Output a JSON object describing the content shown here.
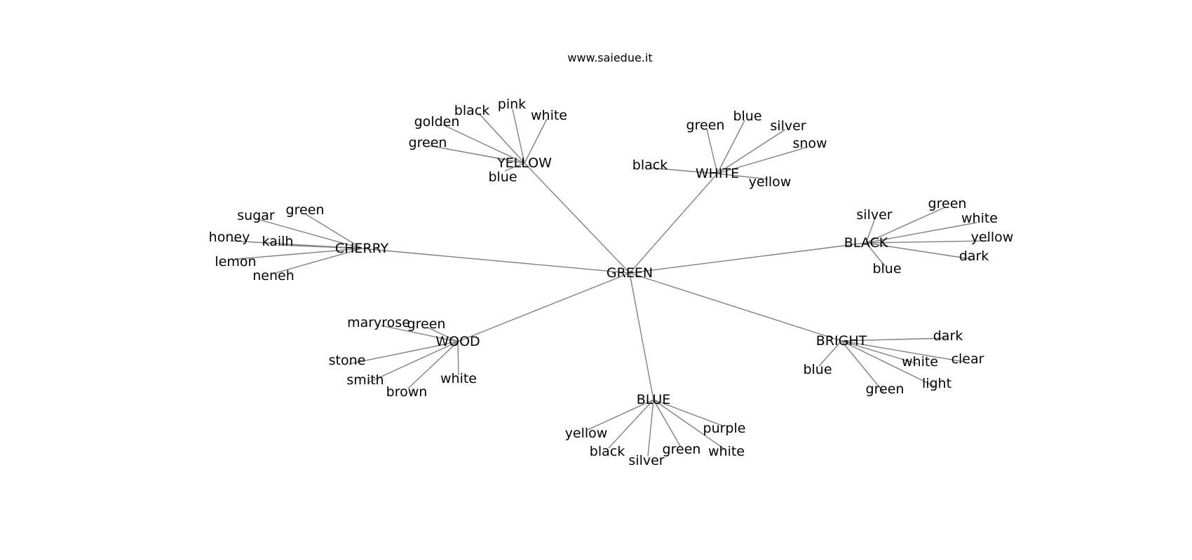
{
  "title": "www.saiedue.it",
  "colors": {
    "edge": "#808080",
    "text": "#000000",
    "background": "#ffffff"
  },
  "graph": {
    "center": "GREEN",
    "clusters": [
      {
        "hub": "YELLOW",
        "leaves": [
          "golden",
          "black",
          "pink",
          "white",
          "green",
          "blue"
        ]
      },
      {
        "hub": "WHITE",
        "leaves": [
          "green",
          "blue",
          "silver",
          "snow",
          "black",
          "yellow"
        ]
      },
      {
        "hub": "CHERRY",
        "leaves": [
          "sugar",
          "green",
          "honey",
          "kailh",
          "lemon",
          "neneh"
        ]
      },
      {
        "hub": "BLACK",
        "leaves": [
          "silver",
          "green",
          "white",
          "yellow",
          "dark",
          "blue"
        ]
      },
      {
        "hub": "WOOD",
        "leaves": [
          "maryrose",
          "green",
          "stone",
          "smith",
          "brown",
          "white"
        ]
      },
      {
        "hub": "BRIGHT",
        "leaves": [
          "dark",
          "clear",
          "white",
          "blue",
          "light",
          "green"
        ]
      },
      {
        "hub": "BLUE",
        "leaves": [
          "yellow",
          "black",
          "silver",
          "green",
          "purple",
          "white"
        ]
      }
    ]
  }
}
